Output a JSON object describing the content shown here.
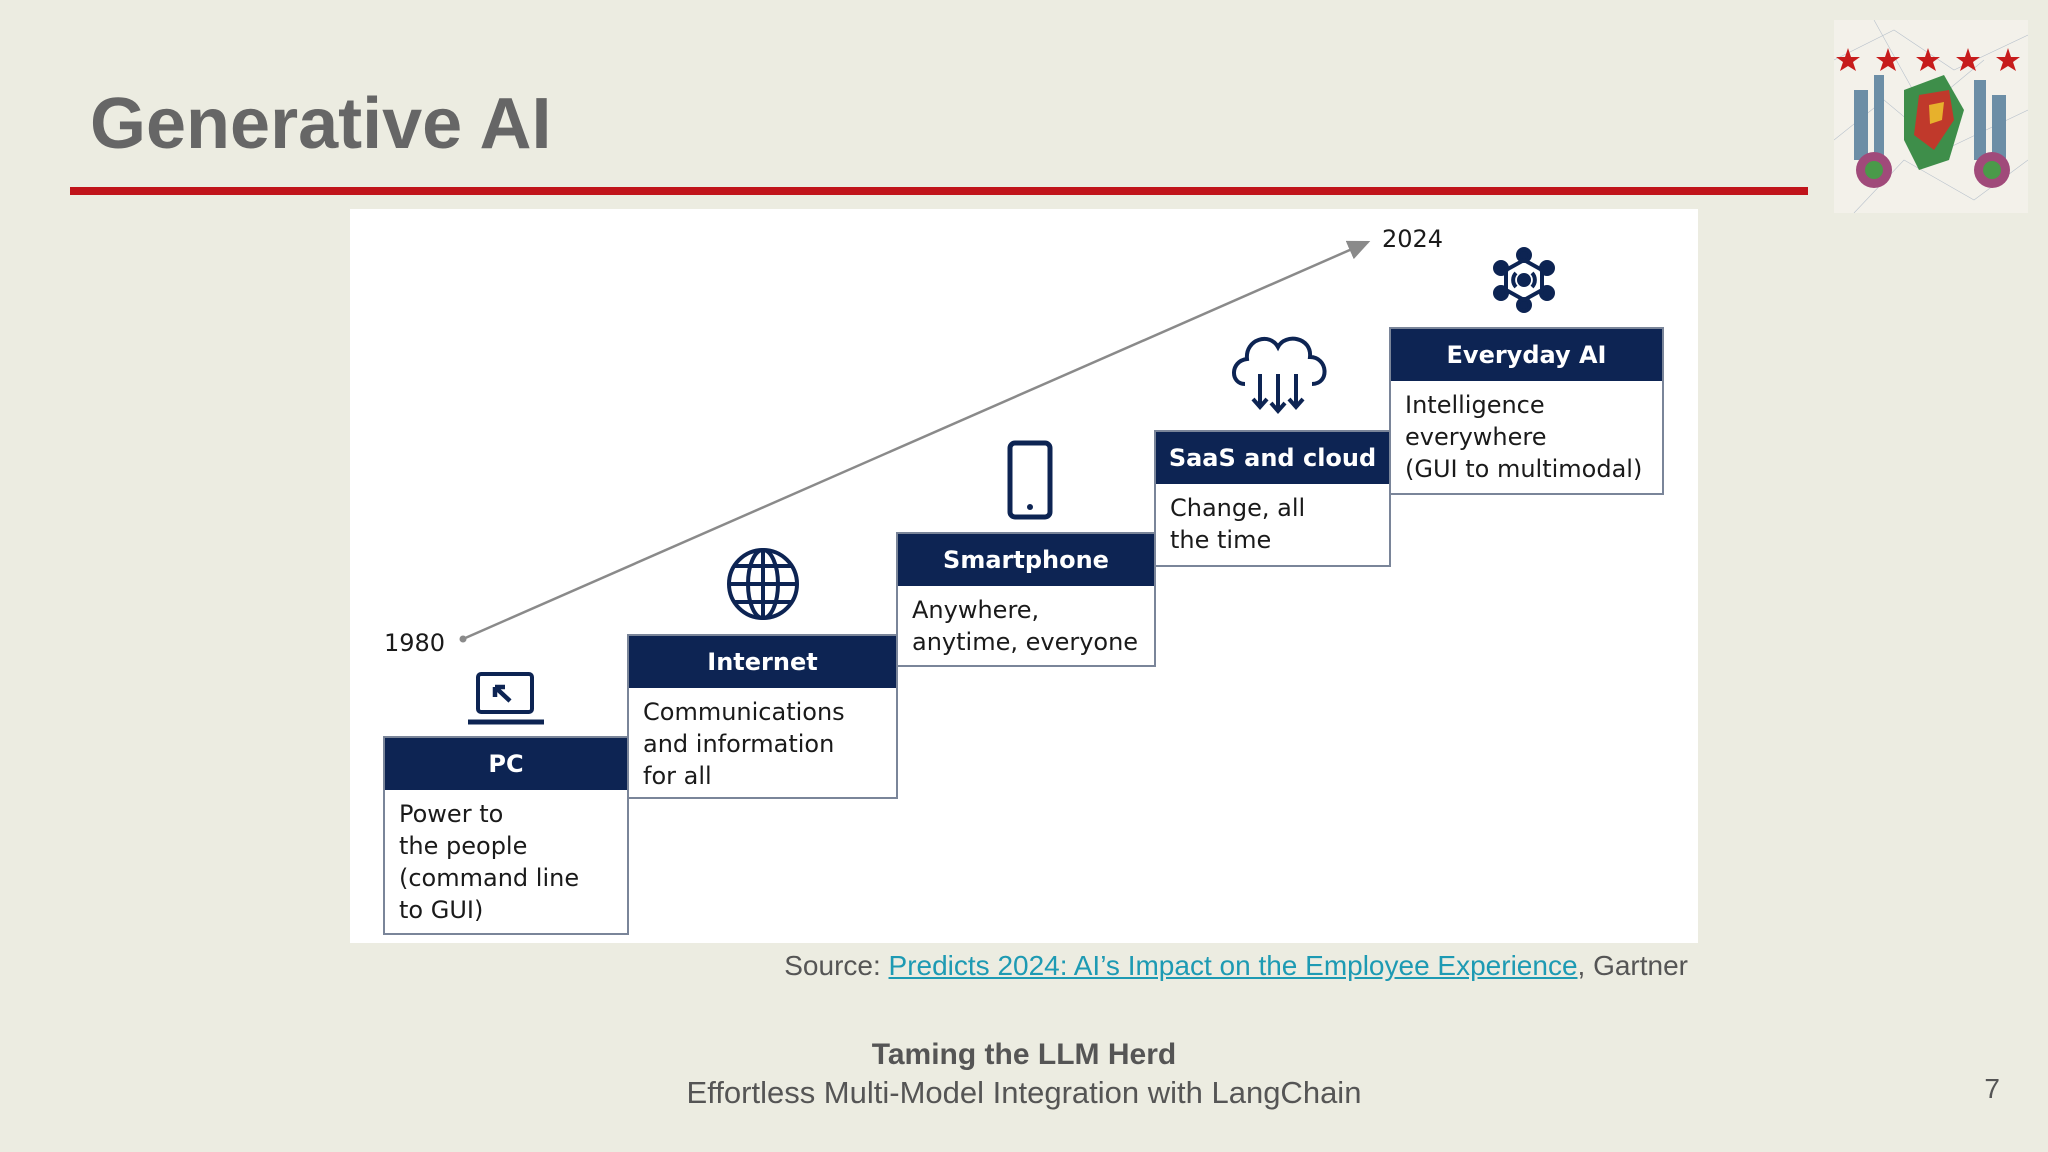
{
  "slide": {
    "title": "Generative AI",
    "page_number": "7"
  },
  "diagram": {
    "start_year": "1980",
    "end_year": "2024",
    "steps": [
      {
        "heading": "PC",
        "body": "Power to\nthe people\n(command line\nto GUI)",
        "icon": "laptop-icon"
      },
      {
        "heading": "Internet",
        "body": "Communications\nand information\nfor all",
        "icon": "globe-icon"
      },
      {
        "heading": "Smartphone",
        "body": "Anywhere,\nanytime, everyone",
        "icon": "smartphone-icon"
      },
      {
        "heading": "SaaS and cloud",
        "body": "Change, all\nthe time",
        "icon": "cloud-icon"
      },
      {
        "heading": "Everyday AI",
        "body": "Intelligence\neverywhere\n(GUI to multimodal)",
        "icon": "ai-network-icon"
      }
    ],
    "colors": {
      "header": "#0d2453",
      "border": "#7a8599",
      "accent_rule": "#c0141a",
      "link": "#1d9ab3"
    }
  },
  "source": {
    "prefix": "Source: ",
    "link_text": "Predicts 2024: AI’s Impact on the Employee Experience",
    "suffix": ", Gartner"
  },
  "footer": {
    "title": "Taming the LLM Herd",
    "subtitle": "Effortless Multi-Model Integration with LangChain"
  }
}
